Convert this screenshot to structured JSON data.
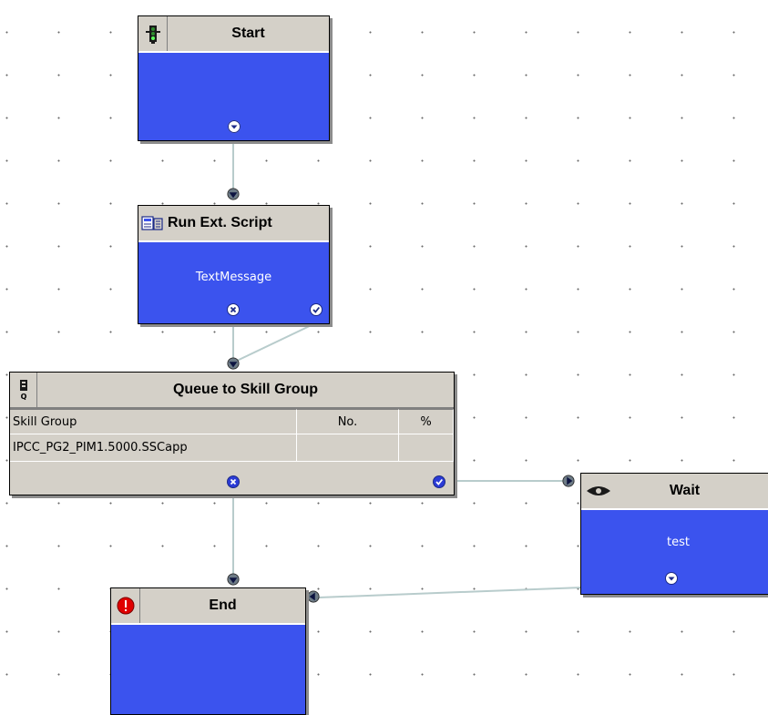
{
  "nodes": {
    "start": {
      "title": "Start",
      "icon": "traffic-light-icon"
    },
    "run_ext_script": {
      "title": "Run Ext. Script",
      "body": "TextMessage",
      "icon": "script-icon"
    },
    "queue": {
      "title": "Queue to Skill Group",
      "icon": "queue-icon",
      "columns": [
        "Skill Group",
        "No.",
        "%"
      ],
      "rows": [
        {
          "skill_group": "IPCC_PG2_PIM1.5000.SSCapp",
          "no": "",
          "pct": ""
        }
      ]
    },
    "wait": {
      "title": "Wait",
      "body": "test",
      "icon": "eye-icon"
    },
    "end": {
      "title": "End",
      "icon": "stop-icon"
    }
  },
  "colors": {
    "node_body": "#3b53ee",
    "header": "#d4d0c8",
    "connector": "#b8cccc",
    "port": "#1c2a88",
    "stop_red": "#e00000"
  }
}
